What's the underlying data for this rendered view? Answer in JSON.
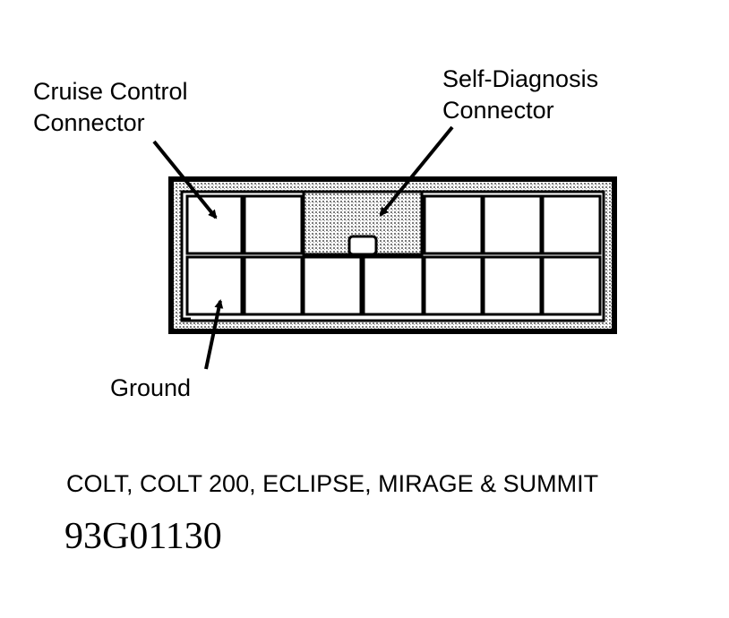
{
  "labels": {
    "cruise_control": [
      "Cruise Control",
      "Connector"
    ],
    "self_diagnosis": [
      "Self-Diagnosis",
      "Connector"
    ],
    "ground": "Ground"
  },
  "caption": "COLT, COLT 200, ECLIPSE, MIRAGE & SUMMIT",
  "figure_id": "93G01130",
  "connector": {
    "top_row_cavities": 6,
    "bottom_row_cavities": 7,
    "shaded_area": "self-diagnosis"
  },
  "colors": {
    "line": "#000000",
    "shading": "#c8c8c8",
    "background": "#ffffff"
  }
}
